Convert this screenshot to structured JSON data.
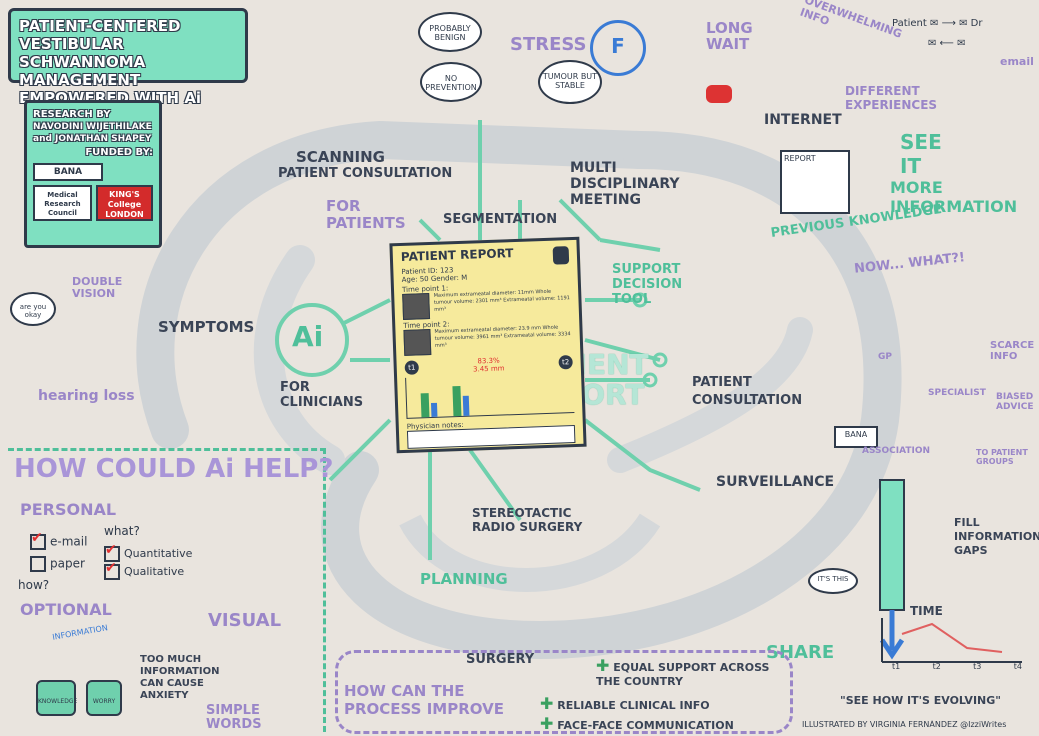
{
  "title": "PATIENT-CENTERED VESTIBULAR SCHWANNOMA MANAGEMENT EMPOWERED WITH Ai",
  "research": {
    "by_label": "RESEARCH BY",
    "authors": "NAVODINI WIJETHILAKE and JONATHAN SHAPEY",
    "funded_label": "FUNDED BY:",
    "logo_bana": "BANA",
    "logo_mrc": "Medical Research Council",
    "logo_kcl": "KING'S College LONDON"
  },
  "thoughts": {
    "probably_benign": "PROBABLY BENIGN",
    "no_prevention": "NO PREVENTION",
    "tumour_stable": "TUMOUR BUT STABLE",
    "stress": "STRESS",
    "long_wait": "LONG WAIT",
    "overwhelming": "OVERWHELMING INFO",
    "internet": "INTERNET",
    "different_experiences": "DIFFERENT EXPERIENCES",
    "patient_label": "Patient",
    "dr_label": "Dr",
    "email_label": "email"
  },
  "flow": {
    "scanning": "SCANNING",
    "patient_consultation": "PATIENT CONSULTATION",
    "segmentation": "SEGMENTATION",
    "mdt": "MULTI DISCIPLINARY MEETING",
    "see_it": "SEE IT",
    "more_info": "MORE INFORMATION",
    "report_label": "REPORT",
    "previous_knowledge": "PREVIOUS KNOWLEDGE",
    "for_patients": "FOR PATIENTS",
    "for_clinicians": "FOR CLINICIANS",
    "ai": "Ai",
    "symptoms": "SYMPTOMS",
    "double_vision": "DOUBLE VISION",
    "are_you_okay": "are you okay",
    "hearing_loss": "hearing loss",
    "support_decision_tool": "SUPPORT DECISION TOOL",
    "now_what": "NOW... WHAT?!",
    "patient_report_big": "PATIENT REPORT",
    "patient_consultation_2": "PATIENT CONSULTATION",
    "scarce_info": "SCARCE INFO",
    "gp": "GP",
    "specialist": "SPECIALIST",
    "bana": "BANA",
    "association": "ASSOCIATION",
    "biased_advice": "BIASED ADVICE",
    "patient_groups": "TO PATIENT GROUPS",
    "surveillance": "SURVEILLANCE",
    "fill_gaps": "FILL INFORMATION GAPS",
    "srs": "STEREOTACTIC RADIO SURGERY",
    "planning": "PLANNING",
    "surgery": "SURGERY",
    "share": "SHARE",
    "its_this": "IT'S THIS",
    "time": "TIME",
    "see_evolving": "\"SEE HOW IT'S EVOLVING\"",
    "illustrated_by": "ILLUSTRATED BY VIRGINIA FERNÁNDEZ @IzziWrites"
  },
  "report": {
    "title": "PATIENT REPORT",
    "patient_id": "Patient ID: 123",
    "age_gender": "Age: 50 Gender: M",
    "timepoint1": "Time point 1:",
    "tp1_text": "Maximum extrameatal diameter: 11mm Whole tumour volume: 2301 mm³ Extrameatal volume: 1191 mm³",
    "timepoint2": "Time point 2:",
    "tp2_text": "Maximum extrameatal diameter: 23.9 mm Whole tumour volume: 3961 mm³ Extrameatal volume: 3334 mm³",
    "t1": "t1",
    "t2": "t2",
    "percent": "83.3%",
    "duration": "3.45 mm",
    "notes_label": "Physician notes:"
  },
  "help": {
    "heading": "HOW COULD Ai HELP?",
    "personal": "PERSONAL",
    "what": "what?",
    "email": "e-mail",
    "paper": "paper",
    "quantitative": "Quantitative",
    "qualitative": "Qualitative",
    "how": "how?",
    "optional": "OPTIONAL",
    "visual": "VISUAL",
    "information": "INFORMATION",
    "knowledge": "KNOWLEDGE",
    "worry": "WORRY",
    "too_much": "TOO MUCH INFORMATION CAN CAUSE ANXIETY",
    "simple_words": "SIMPLE WORDS"
  },
  "improve": {
    "heading": "HOW CAN THE PROCESS IMPROVE",
    "item1": "EQUAL SUPPORT ACROSS THE COUNTRY",
    "item2": "RELIABLE CLINICAL INFO",
    "item3": "FACE-FACE COMMUNICATION"
  },
  "time_ticks": [
    "t1",
    "t2",
    "t3",
    "t4"
  ],
  "colors": {
    "mint": "#7fe0c1",
    "purple": "#a995d8",
    "yellow": "#f6ea9c",
    "arrow": "#cfd3d6",
    "red": "#e03030"
  }
}
